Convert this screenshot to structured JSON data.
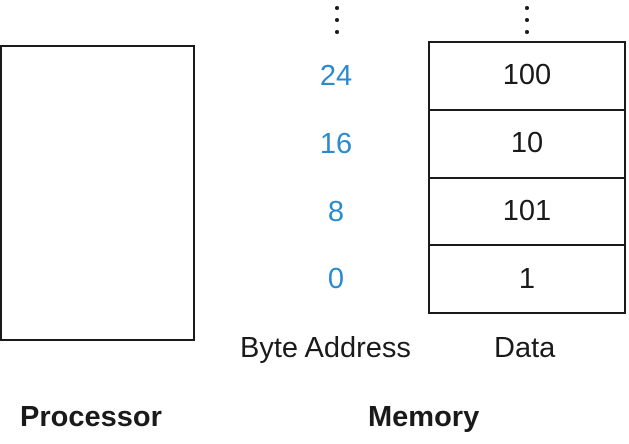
{
  "labels": {
    "byte_address": "Byte Address",
    "data": "Data",
    "processor": "Processor",
    "memory": "Memory"
  },
  "memory_rows": [
    {
      "address": "24",
      "data": "100"
    },
    {
      "address": "16",
      "data": "10"
    },
    {
      "address": "8",
      "data": "101"
    },
    {
      "address": "0",
      "data": "1"
    }
  ],
  "colors": {
    "address": "#2a8bd0",
    "line": "#1a1a1a"
  }
}
